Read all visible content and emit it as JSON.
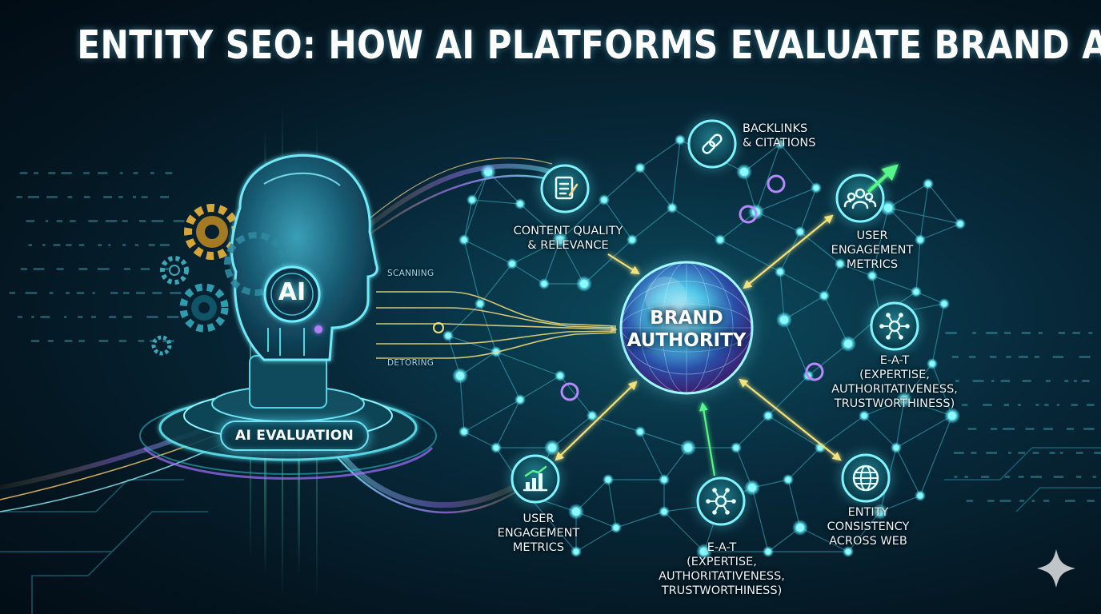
{
  "title": "ENTITY SEO: HOW AI PLATFORMS EVALUATE BRAND AUTHORITY",
  "center": {
    "line1": "BRAND",
    "line2": "AUTHORITY"
  },
  "ai_head": {
    "badge": "AI",
    "evaluation_label": "AI EVALUATION",
    "stream_labels": {
      "scanning": "SCANNING",
      "detoring": "DETORING"
    }
  },
  "factors": {
    "backlinks": {
      "line1": "BACKLINKS",
      "line2": "& CITATIONS",
      "icon": "link-icon"
    },
    "content": {
      "line1": "CONTENT QUALITY",
      "line2": "& RELEVANCE",
      "icon": "document-edit-icon"
    },
    "engagement_right": {
      "line1": "USER",
      "line2": "ENGAGEMENT",
      "line3": "METRICS",
      "icon": "users-group-icon"
    },
    "eat_right": {
      "line1": "E-A-T",
      "line2": "(EXPERTISE,",
      "line3": "AUTHORITATIVENESS,",
      "line4": "TRUSTWORTHINESS)",
      "icon": "network-hub-icon"
    },
    "entity": {
      "line1": "ENTITY",
      "line2": "CONSISTENCY",
      "line3": "ACROSS WEB",
      "icon": "globe-icon"
    },
    "eat_bottom": {
      "line1": "E-A-T",
      "line2": "(EXPERTISE,",
      "line3": "AUTHORITATIVENESS,",
      "line4": "TRUSTWORTHINESS)",
      "icon": "network-hub-icon"
    },
    "engagement_left": {
      "line1": "USER",
      "line2": "ENGAGEMENT",
      "line3": "METRICS",
      "icon": "bar-chart-growth-icon"
    }
  },
  "colors": {
    "node_cyan": "#5ff0ff",
    "arrow_yellow": "#f3e27a",
    "arrow_green": "#59f58a",
    "purple_glow": "#a070ff",
    "background": "#04141f"
  }
}
